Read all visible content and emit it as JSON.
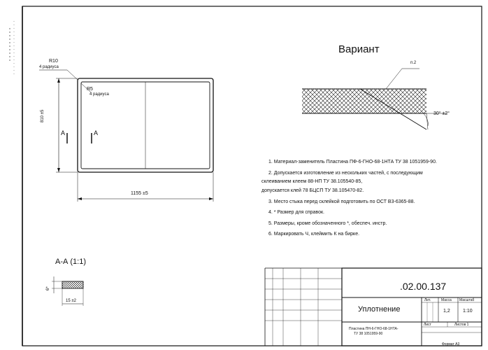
{
  "drawing": {
    "plan": {
      "corner_outer_radius": "R10",
      "corner_outer_count": "4 радиуса",
      "corner_inner_radius": "R5",
      "corner_inner_count": "4 радиуса",
      "height_dim": "810 ±5",
      "width_dim": "1155 ±5",
      "section_mark": "А"
    },
    "variant": {
      "title": "Вариант",
      "leader_label": "п.2",
      "angle_dim": "30° ±2°"
    },
    "section": {
      "title": "А-А (1:1)",
      "thickness_dim": "6*",
      "width_dim": "15 ±2"
    },
    "notes": [
      "1. Материал-заменитель Пластина ПФ-6-ГНО-68-1НТА ТУ 38 1051959-90.",
      "2. Допускается изготовление из нескольких частей, с последующим",
      "склеиванием клеем  88-НП ТУ 38.105540-85,",
      "допускается    клей 78 БЦСП ТУ 38.105470-82.",
      "3. Место стыка перед склейкой подготовить по ОСТ В3-6365-88.",
      "4. * Размер для справок.",
      "5. Размеры, кроме обозначенного *, обеспеч. инстр.",
      "6. Маркировать Ч, клеймить К на бирке."
    ],
    "title_block": {
      "designation": ".02.00.137",
      "name": "Уплотнение",
      "col_lit": "Лит.",
      "col_mass": "Масса",
      "col_scale": "Масштаб",
      "mass": "1,2",
      "scale": "1:10",
      "sheet": "Лист",
      "sheets": "Листов 1",
      "material_line1": "Пластина ПН-6-ГНО-68-1НТА-",
      "material_line2": "ТУ 38 1051959-90",
      "format": "Формат А3"
    }
  }
}
